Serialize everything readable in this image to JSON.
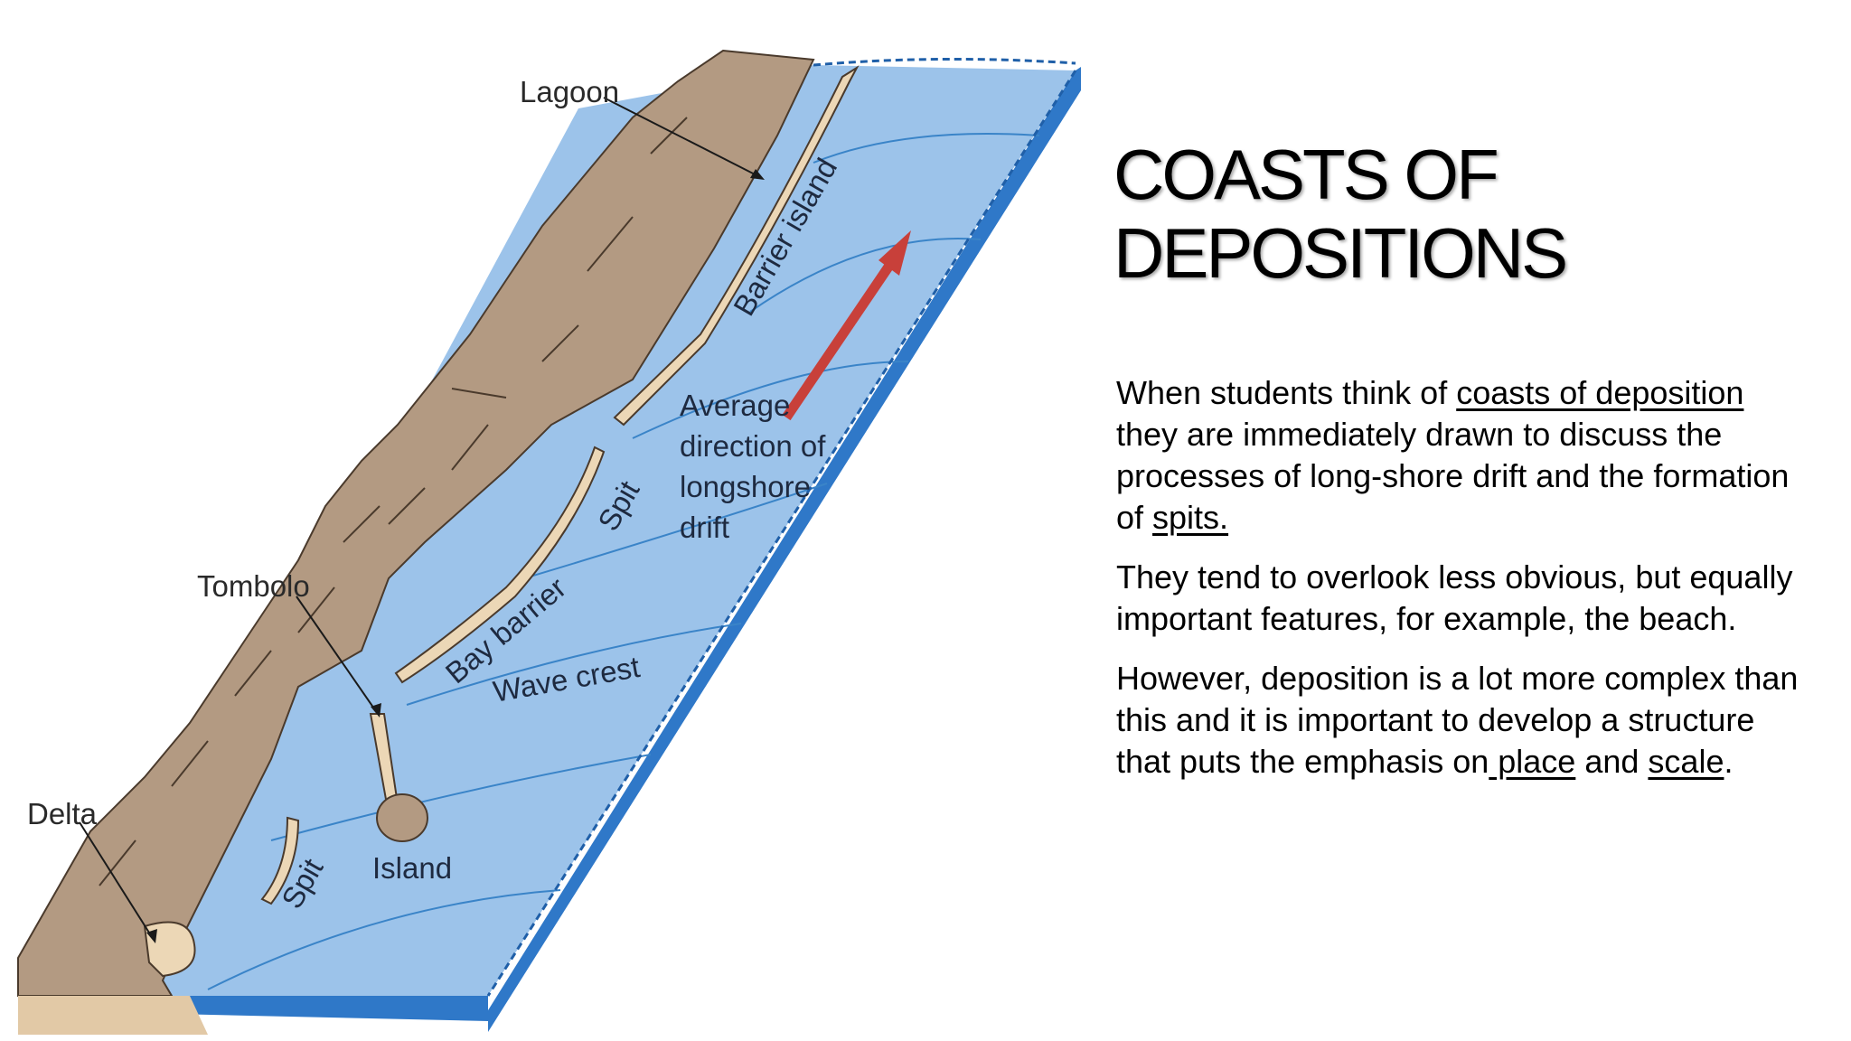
{
  "slide": {
    "title_line1": "COASTS OF",
    "title_line2": "DEPOSITIONS",
    "paragraphs": {
      "p1": {
        "a": "When students think of ",
        "b": "coasts of deposition",
        "c": " they are immediately drawn to discuss the processes of long-shore drift and the formation of ",
        "d": "spits."
      },
      "p2": "They tend to overlook less obvious, but equally important features, for example, the beach.",
      "p3": {
        "a": "However, deposition is a lot more complex than this and it is important to develop a structure that puts the emphasis on",
        "b": " place",
        "c": " and ",
        "d": "scale",
        "e": "."
      }
    }
  },
  "diagram": {
    "labels": {
      "lagoon": "Lagoon",
      "barrier_island": "Barrier island",
      "drift_line1": "Average",
      "drift_line2": "direction of",
      "drift_line3": "longshore",
      "drift_line4": "drift",
      "spit_upper": "Spit",
      "tombolo": "Tombolo",
      "bay_barrier": "Bay barrier",
      "wave_crest": "Wave crest",
      "delta": "Delta",
      "spit_lower": "Spit",
      "island": "Island"
    },
    "colors": {
      "sea": "#9cc3ea",
      "sea_side": "#2f78c8",
      "land": "#b39a82",
      "sand": "#ecd7b6",
      "arrow": "#c8403a"
    }
  }
}
